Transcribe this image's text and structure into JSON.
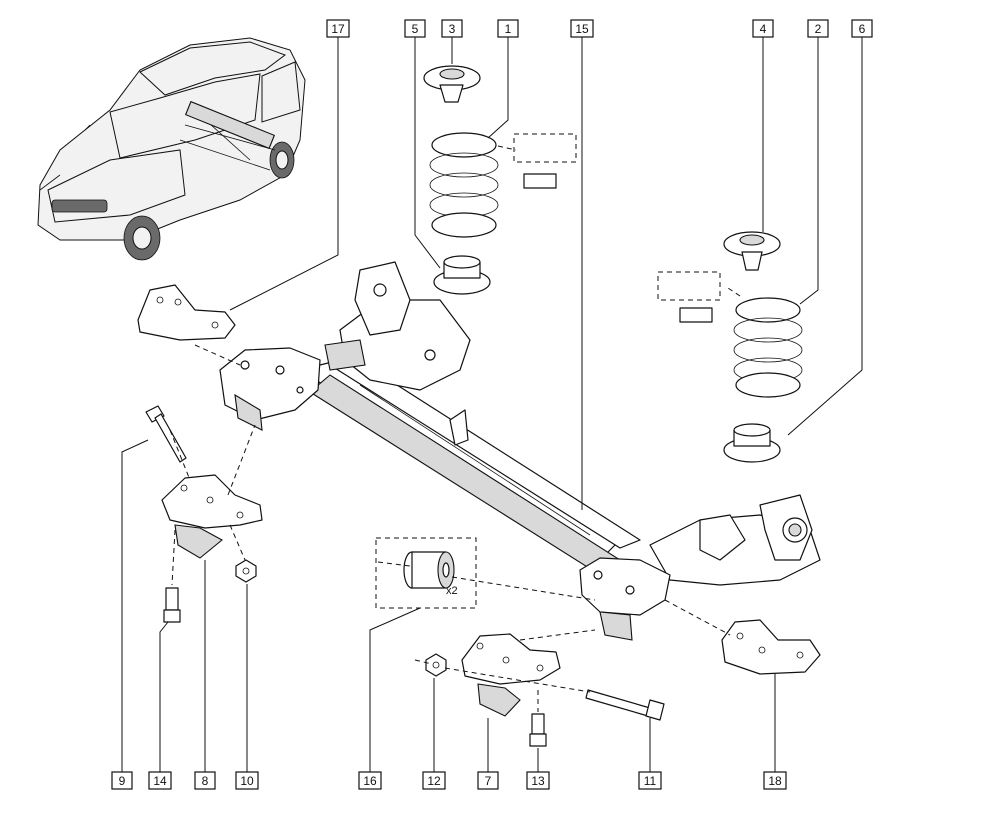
{
  "callouts": [
    {
      "id": "c17",
      "label": "17"
    },
    {
      "id": "c5",
      "label": "5"
    },
    {
      "id": "c3",
      "label": "3"
    },
    {
      "id": "c1",
      "label": "1"
    },
    {
      "id": "c15",
      "label": "15"
    },
    {
      "id": "c4",
      "label": "4"
    },
    {
      "id": "c2",
      "label": "2"
    },
    {
      "id": "c6",
      "label": "6"
    },
    {
      "id": "c9",
      "label": "9"
    },
    {
      "id": "c14",
      "label": "14"
    },
    {
      "id": "c8",
      "label": "8"
    },
    {
      "id": "c10",
      "label": "10"
    },
    {
      "id": "c16",
      "label": "16"
    },
    {
      "id": "c12",
      "label": "12"
    },
    {
      "id": "c7",
      "label": "7"
    },
    {
      "id": "c13",
      "label": "13"
    },
    {
      "id": "c11",
      "label": "11"
    },
    {
      "id": "c18",
      "label": "18"
    }
  ],
  "bushing_quantity": "x2",
  "colors": {
    "line": "#111111",
    "fill_light": "#d9d9d9",
    "background": "#ffffff"
  }
}
